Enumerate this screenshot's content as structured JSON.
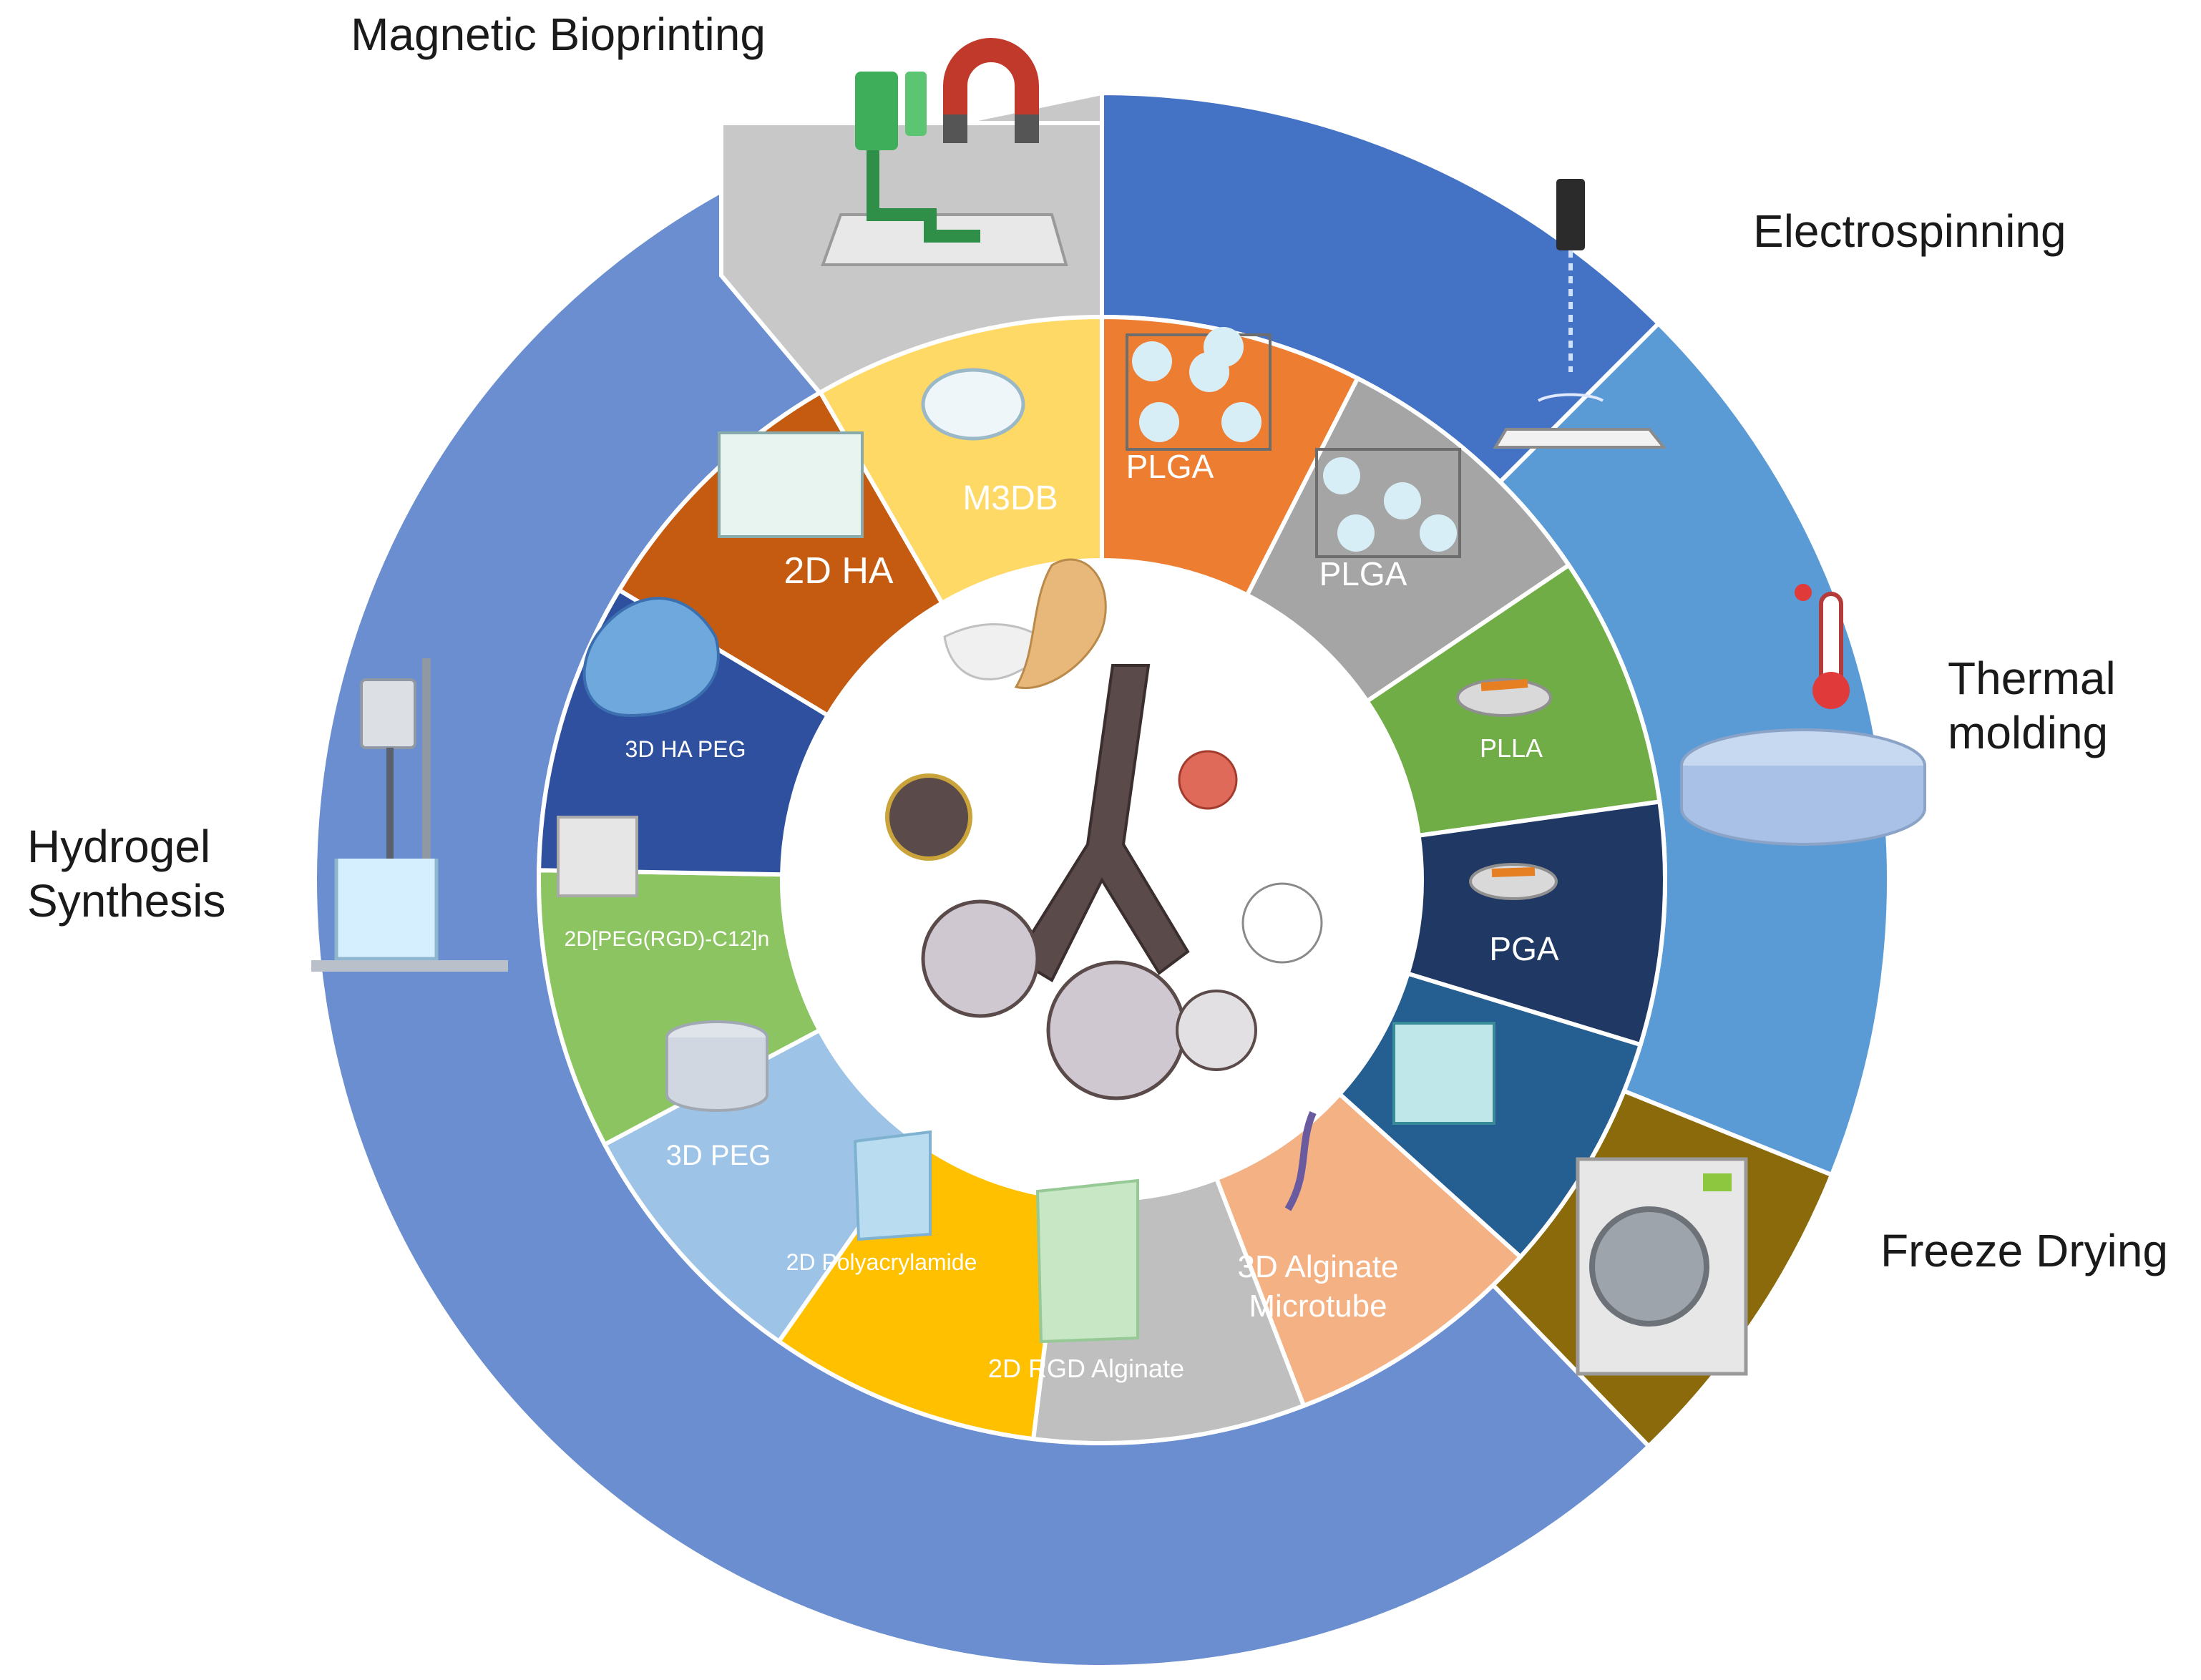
{
  "outer_ring": [
    {
      "key": "magnetic",
      "label_lines": [
        "Magnetic Bioprinting"
      ],
      "color": "#c8c8c8",
      "icon": "magnetic-bioprinter-icon"
    },
    {
      "key": "electro",
      "label_lines": [
        "Electrospinning"
      ],
      "color": "#4472c4",
      "icon": "electrospinning-icon"
    },
    {
      "key": "thermal",
      "label_lines": [
        "Thermal",
        "molding"
      ],
      "color": "#5b9bd5",
      "icon": "thermal-mold-icon"
    },
    {
      "key": "freeze",
      "label_lines": [
        "Freeze Drying"
      ],
      "color": "#8a6a0a",
      "icon": "freeze-dryer-icon"
    },
    {
      "key": "hydrogel",
      "label_lines": [
        "Hydrogel",
        "Synthesis"
      ],
      "color": "#6a8ecf",
      "icon": "overhead-stirrer-icon"
    }
  ],
  "inner_ring": [
    {
      "key": "m3db",
      "label_lines": [
        "M3DB"
      ],
      "color": "#ffd966",
      "icon": "petri-dish-icon"
    },
    {
      "key": "plga1",
      "label_lines": [
        "PLGA"
      ],
      "color": "#ed7d31",
      "icon": "plga-scaffold-icon"
    },
    {
      "key": "plga2",
      "label_lines": [
        "PLGA"
      ],
      "color": "#a5a5a5",
      "icon": "plga-scaffold-icon"
    },
    {
      "key": "plla",
      "label_lines": [
        "PLLA"
      ],
      "color": "#70ad47",
      "icon": "plla-disc-icon"
    },
    {
      "key": "pga",
      "label_lines": [
        "PGA"
      ],
      "color": "#203864",
      "icon": "pga-disc-icon"
    },
    {
      "key": "foam",
      "label_lines": [],
      "color": "#255e91",
      "icon": "porous-foam-cube-icon"
    },
    {
      "key": "alg3d",
      "label_lines": [
        "3D Alginate",
        "Microtube"
      ],
      "color": "#f4b183",
      "icon": "microtube-icon"
    },
    {
      "key": "rgdalg",
      "label_lines": [
        "2D RGD Alginate"
      ],
      "color": "#bfbfbf",
      "icon": "alginate-film-icon"
    },
    {
      "key": "polyac",
      "label_lines": [
        "2D Polyacrylamide"
      ],
      "color": "#ffc000",
      "icon": "polyacrylamide-film-icon"
    },
    {
      "key": "peg3d",
      "label_lines": [
        "3D PEG"
      ],
      "color": "#9dc3e6",
      "icon": "peg-cylinder-icon"
    },
    {
      "key": "pegrgd",
      "label_lines": [
        "2D[PEG(RGD)-C12]n"
      ],
      "color": "#8bc460",
      "icon": "peg-film-icon"
    },
    {
      "key": "hapeg",
      "label_lines": [
        "3D HA PEG"
      ],
      "color": "#2f4f9f",
      "icon": "ha-peg-network-icon"
    },
    {
      "key": "ha2d",
      "label_lines": [
        "2D HA"
      ],
      "color": "#c55a11",
      "icon": "ha-mesh-icon"
    }
  ],
  "center": {
    "icon": "lung-airway-alveoli-icon"
  },
  "colors": {
    "divider": "#ffffff",
    "background": "#ffffff"
  }
}
